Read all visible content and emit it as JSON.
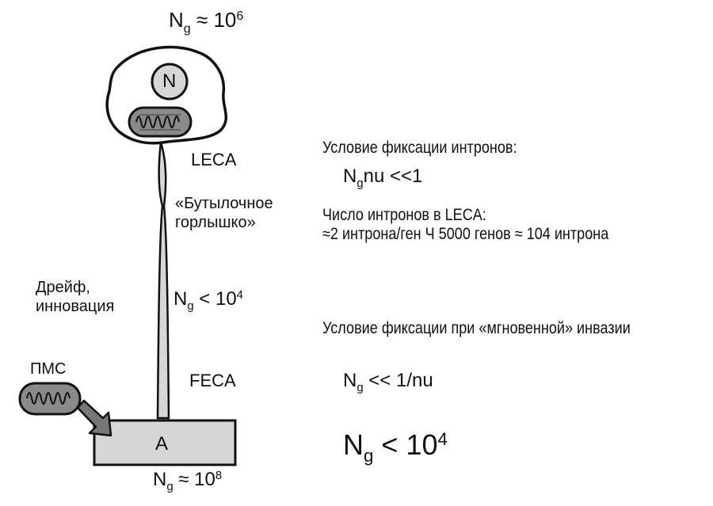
{
  "top_pop": {
    "n": "N",
    "sub": "g",
    "rel": " ≈ 10",
    "exp": "6"
  },
  "nucleus_label": "N",
  "leca_label": "LECA",
  "bottleneck_label": {
    "line1": "«Бутылочное",
    "line2": "горлышко»"
  },
  "drift_label": {
    "line1": "Дрейф,",
    "line2": "инновация"
  },
  "mid_pop": {
    "n": "N",
    "sub": "g",
    "rel": " < 10",
    "exp": "4"
  },
  "feca_label": "FECA",
  "pms_label": "ПМС",
  "box_label": "A",
  "bottom_pop": {
    "n": "N",
    "sub": "g",
    "rel": " ≈ 10",
    "exp": "8"
  },
  "right": {
    "fix_condition_title": "Условие фиксации интронов:",
    "fix_formula": {
      "n": "N",
      "sub": "g",
      "rest": "nu <<1"
    },
    "leca_introns_title": "Число интронов в LECA:",
    "leca_introns_calc": "≈2 интрона/ген Ч 5000 генов ≈ 104 интрона",
    "instant_invasion_title": "Условие фиксации при «мгновенной» инвазии",
    "invasion_formula": {
      "n": "N",
      "sub": "g",
      "rest": " << 1/nu"
    },
    "big_formula": {
      "n": "N",
      "sub": "g",
      "rel": " < 10",
      "exp": "4"
    }
  },
  "colors": {
    "fill_gray": "#d6d6d6",
    "organelle_gray": "#8a8a8a",
    "line": "#111111"
  }
}
